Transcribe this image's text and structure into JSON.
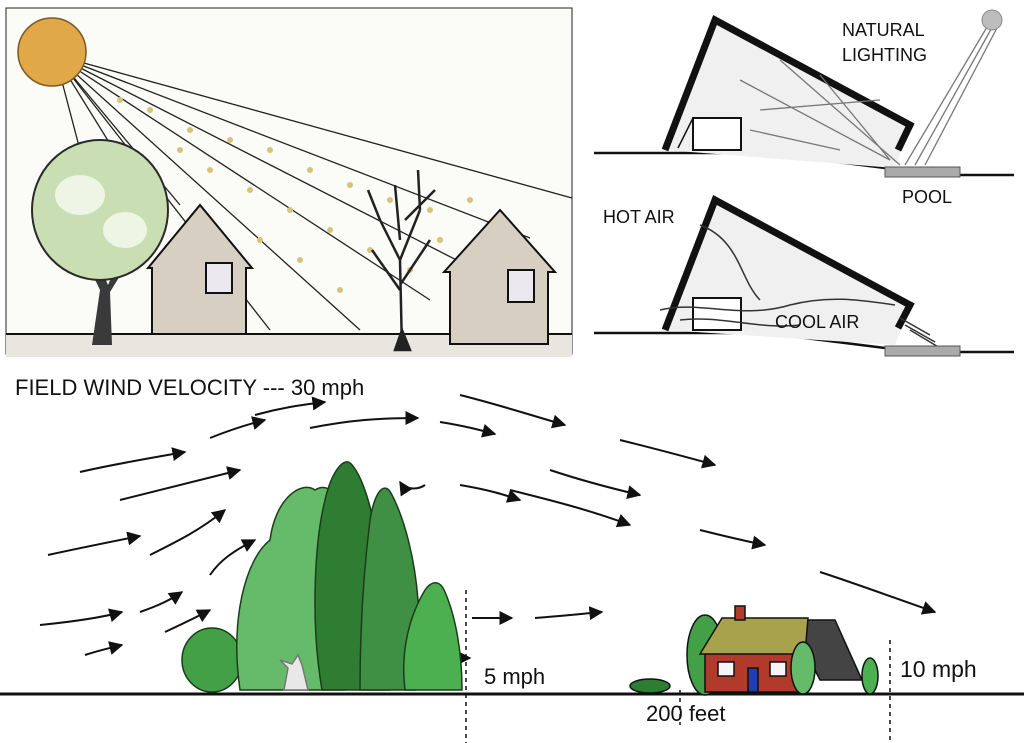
{
  "labels": {
    "natural_lighting_line1": "NATURAL",
    "natural_lighting_line2": "LIGHTING",
    "pool": "POOL",
    "hot_air": "HOT AIR",
    "cool_air": "COOL AIR",
    "field_wind_velocity": "FIELD WIND VELOCITY --- 30 mph",
    "speed_near_trees": "5 mph",
    "speed_near_house": "10 mph",
    "distance": "200 feet"
  },
  "colors": {
    "sun": "#e0a849",
    "tree_foliage_light": "#c9dfb3",
    "tree_dark_green": "#2e7d32",
    "tree_mid_green": "#43a047",
    "tree_light_green": "#66bb6a",
    "house_wall": "#d8cfc3",
    "house_roof": "#a9a24d",
    "house_brick": "#b13a2a",
    "pool": "#aaaaaa",
    "line": "#111111"
  }
}
